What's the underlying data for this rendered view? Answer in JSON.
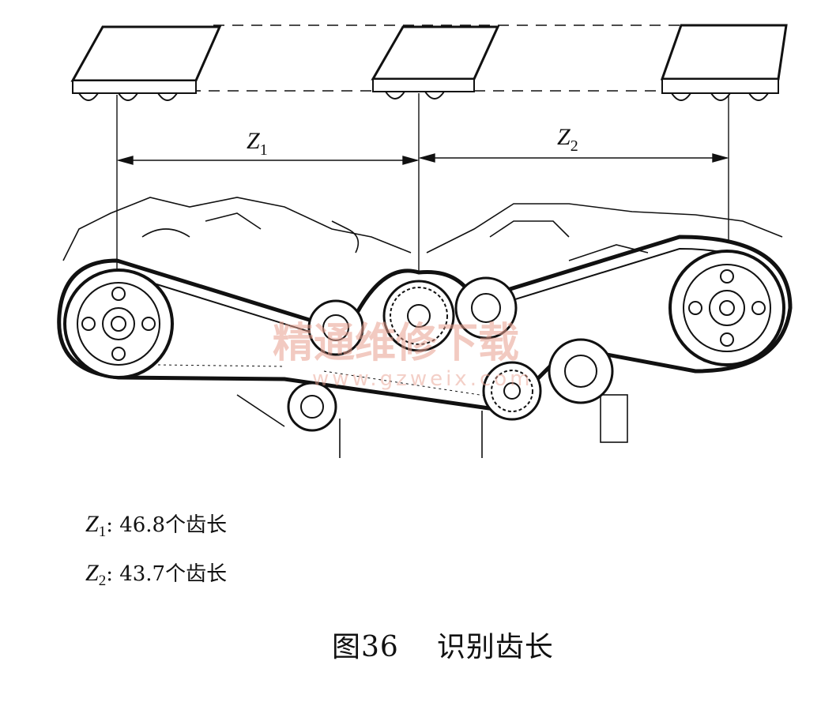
{
  "figure": {
    "dim1": {
      "letter": "Z",
      "subscript": "1"
    },
    "dim2": {
      "letter": "Z",
      "subscript": "2"
    },
    "watermark": {
      "text": "精通维修下载",
      "url": "www.gzweix.com"
    }
  },
  "legend": {
    "z1": {
      "letter": "Z",
      "subscript": "1",
      "text": ": 46.8个齿长"
    },
    "z2": {
      "letter": "Z",
      "subscript": "2",
      "text": ": 43.7个齿长"
    }
  },
  "caption": {
    "number": "图36",
    "title": "识别齿长"
  }
}
